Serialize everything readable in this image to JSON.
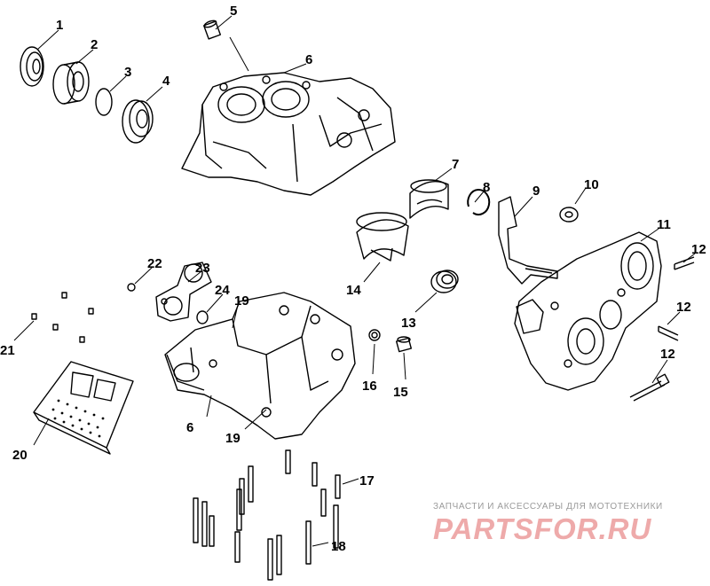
{
  "callouts": [
    "1",
    "2",
    "3",
    "4",
    "5",
    "6",
    "7",
    "8",
    "9",
    "10",
    "11",
    "12",
    "12",
    "12",
    "13",
    "14",
    "15",
    "16",
    "17",
    "18",
    "19",
    "19",
    "20",
    "21",
    "22",
    "23",
    "24",
    "6"
  ],
  "watermark": {
    "small_text": "ЗАПЧАСТИ И АКСЕССУАРЫ ДЛЯ МОТОТЕХНИКИ",
    "logo_text": "PARTSFOR.RU",
    "logo_color": "#eeaaaa"
  }
}
